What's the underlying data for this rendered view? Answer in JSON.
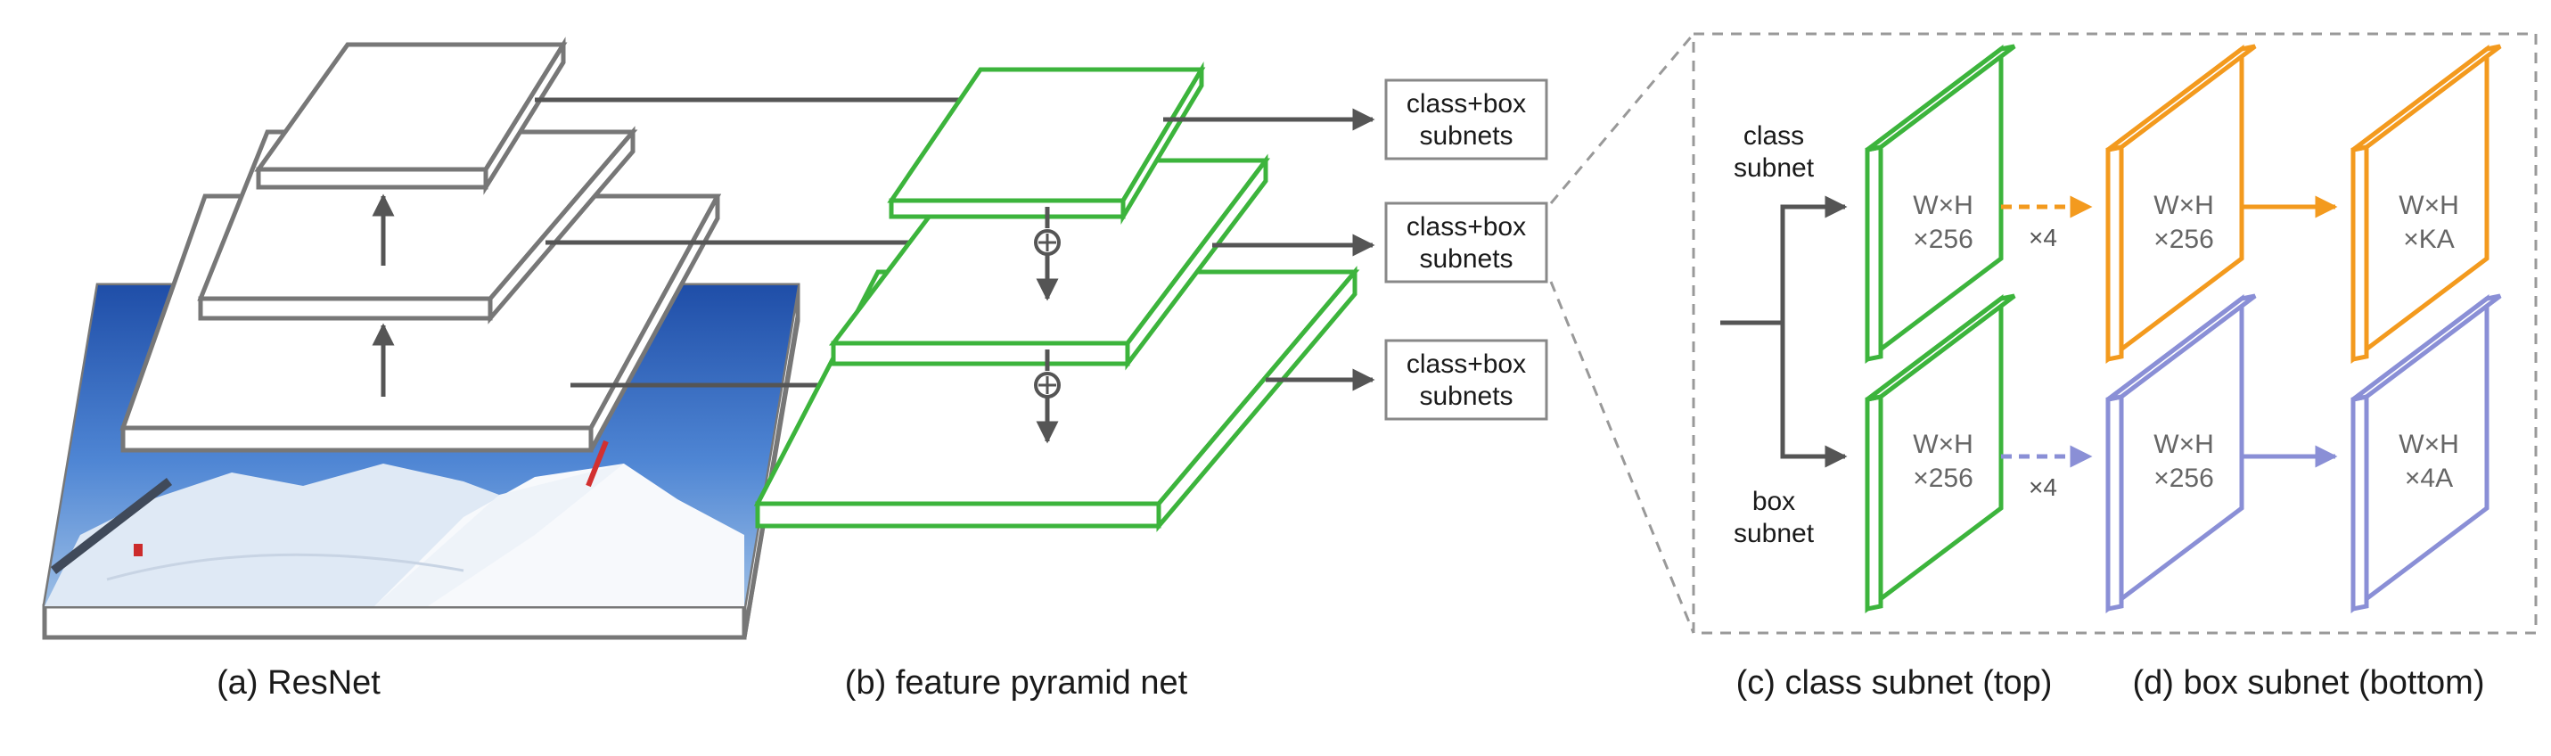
{
  "captions": {
    "resnet": "(a) ResNet",
    "fpn": "(b) feature pyramid net",
    "class_subnet": "(c) class subnet (top)",
    "box_subnet": "(d) box subnet (bottom)"
  },
  "subnet_boxes": [
    {
      "line1": "class+box",
      "line2": "subnets"
    },
    {
      "line1": "class+box",
      "line2": "subnets"
    },
    {
      "line1": "class+box",
      "line2": "subnets"
    }
  ],
  "panel": {
    "class_label": {
      "line1": "class",
      "line2": "subnet"
    },
    "box_label": {
      "line1": "box",
      "line2": "subnet"
    },
    "class_row": [
      {
        "line1": "W×H",
        "line2": "×256"
      },
      {
        "line1": "W×H",
        "line2": "×256"
      },
      {
        "line1": "W×H",
        "line2": "×KA"
      }
    ],
    "box_row": [
      {
        "line1": "W×H",
        "line2": "×256"
      },
      {
        "line1": "W×H",
        "line2": "×256"
      },
      {
        "line1": "W×H",
        "line2": "×4A"
      }
    ],
    "class_repeat": "×4",
    "box_repeat": "×4"
  },
  "colors": {
    "resnet": "#777777",
    "fpn": "#3cb43c",
    "class": "#f39a1e",
    "box": "#8a8fd6",
    "arrow": "#555555",
    "dash": "#999999"
  }
}
